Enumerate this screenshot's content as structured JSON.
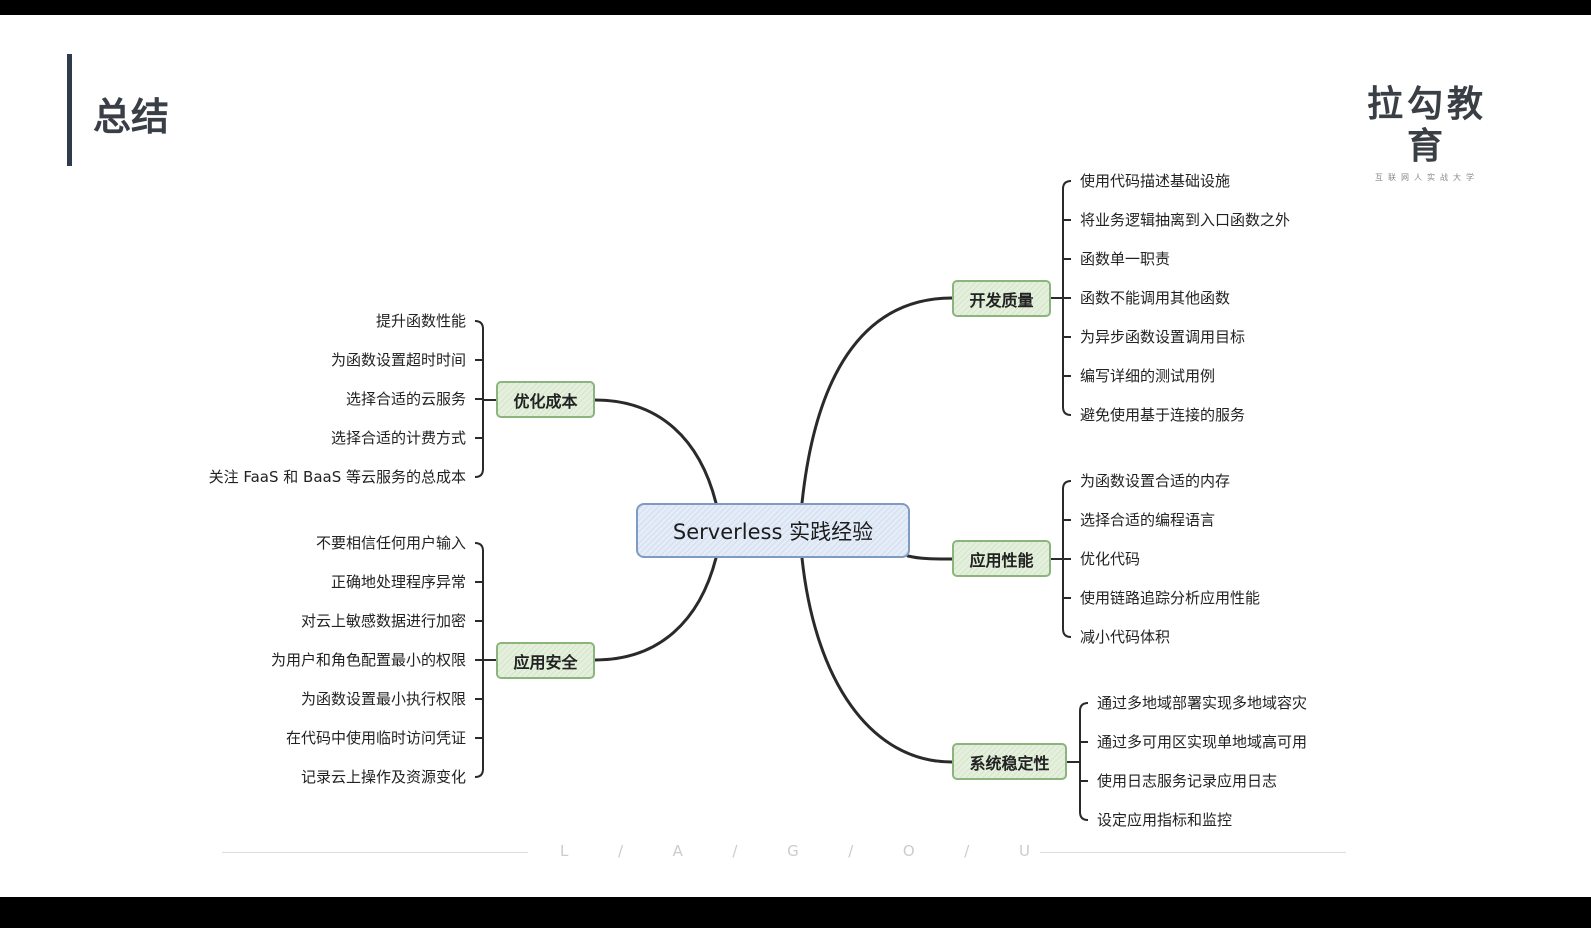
{
  "page": {
    "title": "总结"
  },
  "logo": {
    "main": "拉勾教育",
    "sub": "互联网人实战大学"
  },
  "center": {
    "label": "Serverless 实践经验"
  },
  "branches": {
    "dev_quality": {
      "label": "开发质量",
      "items": [
        "使用代码描述基础设施",
        "将业务逻辑抽离到入口函数之外",
        "函数单一职责",
        "函数不能调用其他函数",
        "为异步函数设置调用目标",
        "编写详细的测试用例",
        "避免使用基于连接的服务"
      ]
    },
    "performance": {
      "label": "应用性能",
      "items": [
        "为函数设置合适的内存",
        "选择合适的编程语言",
        "优化代码",
        "使用链路追踪分析应用性能",
        "减小代码体积"
      ]
    },
    "stability": {
      "label": "系统稳定性",
      "items": [
        "通过多地域部署实现多地域容灾",
        "通过多可用区实现单地域高可用",
        "使用日志服务记录应用日志",
        "设定应用指标和监控"
      ]
    },
    "cost": {
      "label": "优化成本",
      "items": [
        "提升函数性能",
        "为函数设置超时时间",
        "选择合适的云服务",
        "选择合适的计费方式",
        "关注 FaaS 和 BaaS 等云服务的总成本"
      ]
    },
    "security": {
      "label": "应用安全",
      "items": [
        "不要相信任何用户输入",
        "正确地处理程序异常",
        "对云上敏感数据进行加密",
        "为用户和角色配置最小的权限",
        "为函数设置最小执行权限",
        "在代码中使用临时访问凭证",
        "记录云上操作及资源变化"
      ]
    }
  },
  "footer": {
    "letters": [
      "L",
      "/",
      "A",
      "/",
      "G",
      "/",
      "O",
      "/",
      "U"
    ]
  },
  "colors": {
    "center_border": "#7f9bc4",
    "node_border": "#8cb57e",
    "line": "#2a2a2a"
  }
}
